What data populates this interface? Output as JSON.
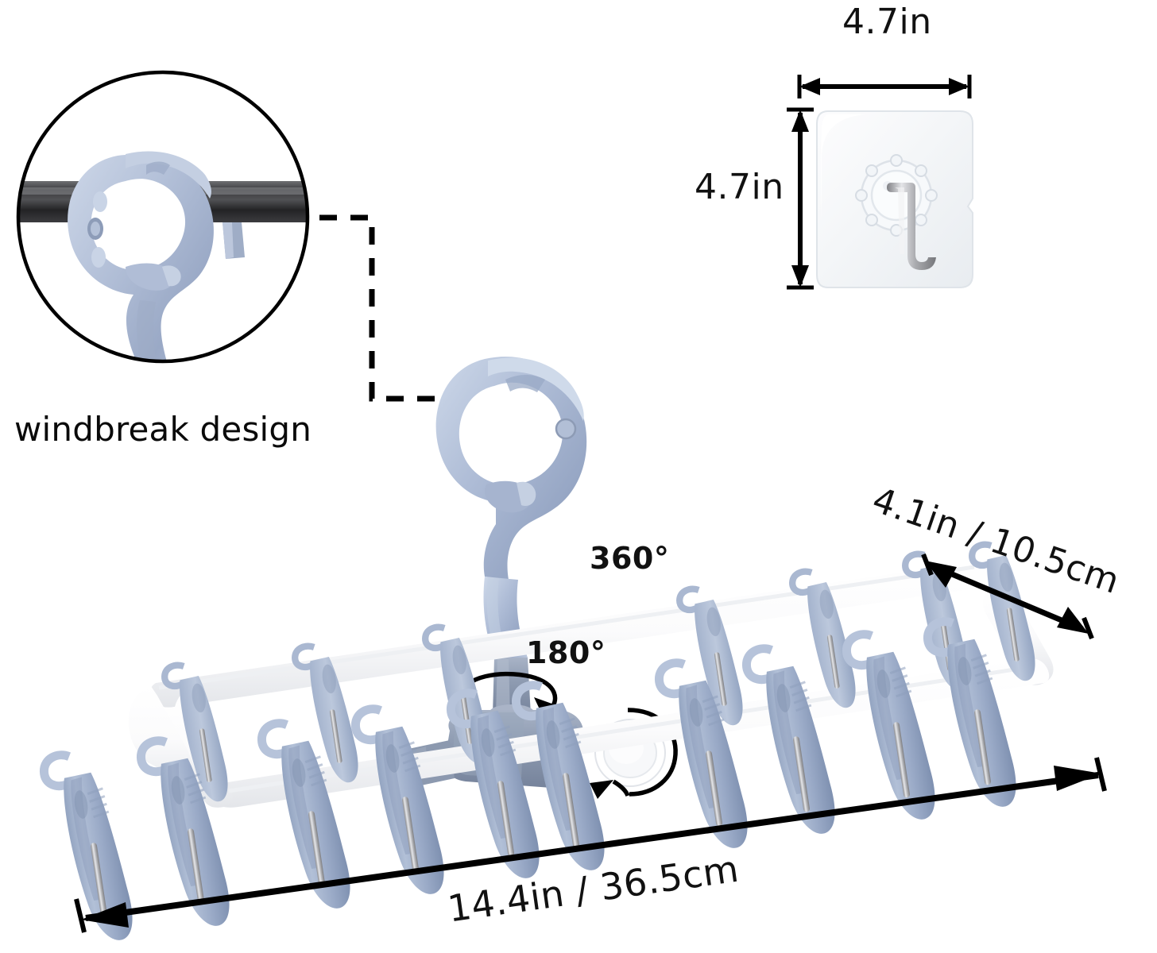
{
  "product": {
    "name": "folding-clip-hanger",
    "frame_color": "#ffffff",
    "clip_color": "#9fb0cb",
    "clip_color_dark": "#7d8fae",
    "hook_color": "#aebbd3",
    "swivel_color": "#8d9ab0",
    "metal_color": "#b9b9bd",
    "rod_color": "#2e2e30",
    "line_color": "#000000"
  },
  "detail_callout": {
    "caption": "windbreak design",
    "shape": "circle-outline",
    "connector": "dashed-bracket",
    "rod_label": "closet-rod",
    "hook_label": "windbreak-hook"
  },
  "adhesive_hook": {
    "width_label": "4.7in",
    "height_label": "4.7in",
    "pad_label": "transparent-adhesive-pad",
    "hook_label": "metal-j-hook"
  },
  "rotation": {
    "swivel_label": "360°",
    "fold_label": "180°"
  },
  "dimensions": {
    "width_label": "14.4in / 36.5cm",
    "depth_label": "4.1in / 10.5cm"
  },
  "clips": {
    "front_count": 10,
    "back_count": 8,
    "total_label": "18"
  }
}
